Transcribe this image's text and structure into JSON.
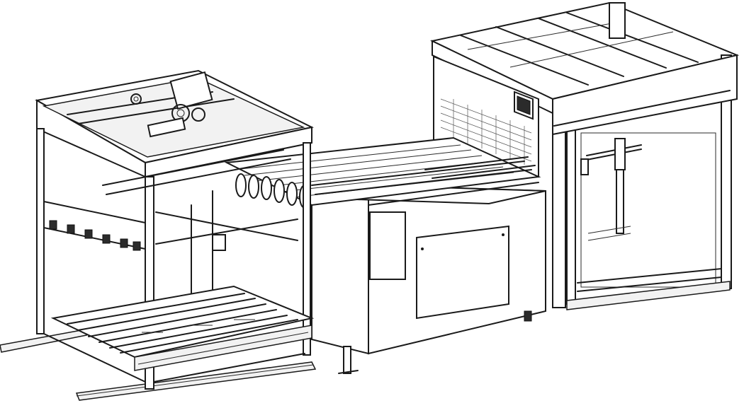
{
  "diagram": {
    "kind": "line-drawing",
    "subject": "",
    "colors": {
      "line": "#1a1a1a",
      "background": "#ffffff",
      "shade": "#f2f2f2"
    },
    "components": [
      {
        "id": "left-frame-unit"
      },
      {
        "id": "roller-conveyor"
      },
      {
        "id": "center-cabinet"
      },
      {
        "id": "right-frame-unit"
      },
      {
        "id": "control-screen"
      },
      {
        "id": "floor-rails"
      }
    ]
  }
}
